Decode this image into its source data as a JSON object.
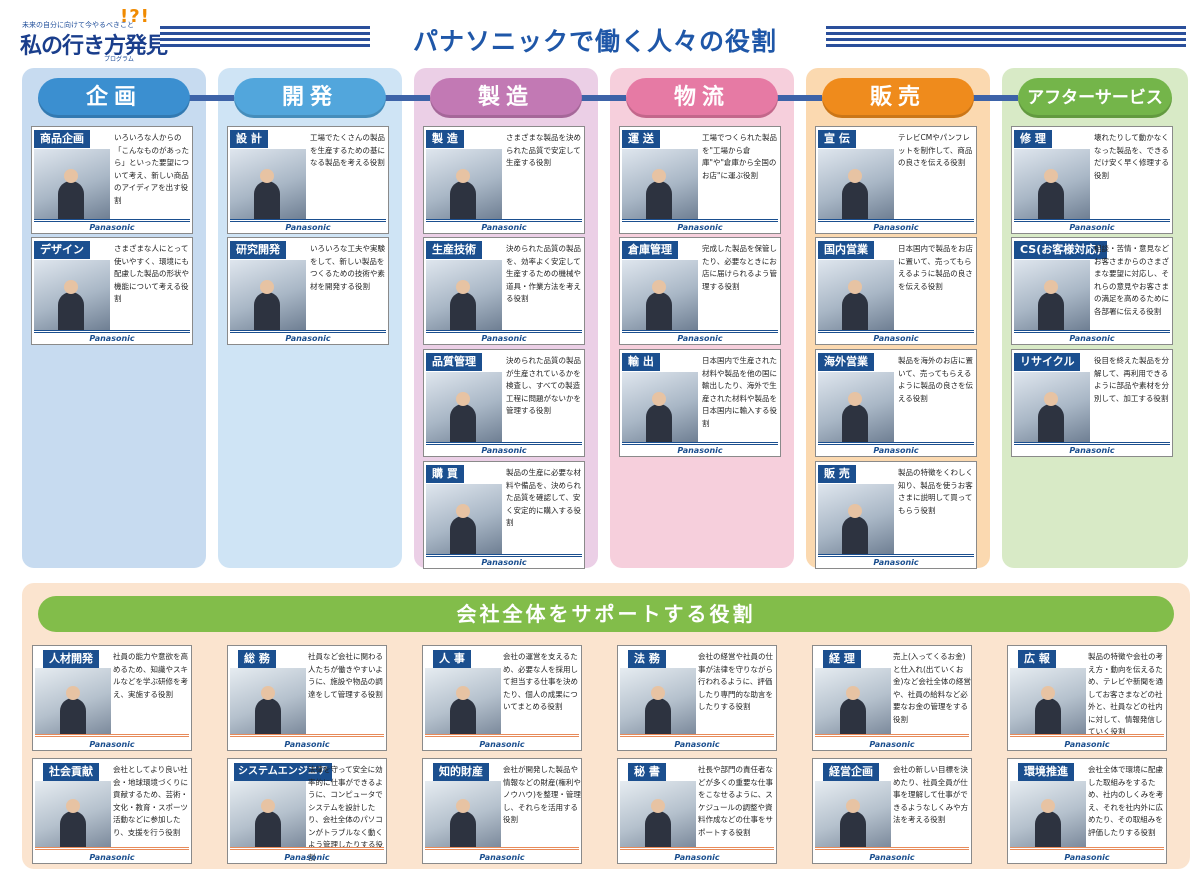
{
  "header": {
    "tagline": "未来の自分に向けて今やるべきこと",
    "logo_title": "私の行き方発見",
    "logo_sub": "プログラム",
    "logo_marks": "!?!",
    "page_title": "パナソニックで働く人々の役割"
  },
  "brand": "Panasonic",
  "colors": {
    "planning": "#3b8fd0",
    "development": "#52a6dc",
    "manufacturing": "#c279b4",
    "logistics": "#e67aa4",
    "sales": "#ef8b1c",
    "aftersales": "#74b54a",
    "label_bg": "#1b4f8f"
  },
  "columns": [
    {
      "title": "企画",
      "cards": [
        {
          "label": "商品企画",
          "desc": "いろいろな人からの「こんなものがあったら」といった要望について考え、新しい商品のアイディアを出す役割"
        },
        {
          "label": "デザイン",
          "desc": "さまざまな人にとって使いやすく、環境にも配慮した製品の形状や機能について考える役割"
        }
      ]
    },
    {
      "title": "開発",
      "cards": [
        {
          "label": "設 計",
          "desc": "工場でたくさんの製品を生産するための基になる製品を考える役割"
        },
        {
          "label": "研究開発",
          "desc": "いろいろな工夫や実験をして、新しい製品をつくるための技術や素材を開発する役割"
        }
      ]
    },
    {
      "title": "製造",
      "cards": [
        {
          "label": "製 造",
          "desc": "さまざまな製品を決められた品質で安定して生産する役割"
        },
        {
          "label": "生産技術",
          "desc": "決められた品質の製品を、効率よく安定して生産するための機械や道具・作業方法を考える役割"
        },
        {
          "label": "品質管理",
          "desc": "決められた品質の製品が生産されているかを検査し、すべての製造工程に問題がないかを管理する役割"
        },
        {
          "label": "購 買",
          "desc": "製品の生産に必要な材料や備品を、決められた品質を確認して、安く安定的に購入する役割"
        }
      ]
    },
    {
      "title": "物流",
      "cards": [
        {
          "label": "運 送",
          "desc": "工場でつくられた製品を\"工場から倉庫\"や\"倉庫から全国のお店\"に運ぶ役割"
        },
        {
          "label": "倉庫管理",
          "desc": "完成した製品を保管したり、必要なときにお店に届けられるよう管理する役割"
        },
        {
          "label": "輸 出",
          "desc": "日本国内で生産された材料や製品を他の国に輸出したり、海外で生産された材料や製品を日本国内に輸入する役割"
        }
      ]
    },
    {
      "title": "販売",
      "cards": [
        {
          "label": "宣 伝",
          "desc": "テレビCMやパンフレットを制作して、商品の良さを伝える役割"
        },
        {
          "label": "国内営業",
          "desc": "日本国内で製品をお店に置いて、売ってもらえるように製品の良さを伝える役割"
        },
        {
          "label": "海外営業",
          "desc": "製品を海外のお店に置いて、売ってもらえるように製品の良さを伝える役割"
        },
        {
          "label": "販 売",
          "desc": "製品の特徴をくわしく知り、製品を使うお客さまに説明して買ってもらう役割"
        }
      ]
    },
    {
      "title": "アフターサービス",
      "cards": [
        {
          "label": "修 理",
          "desc": "壊れたりして動かなくなった製品を、できるだけ安く早く修理する役割"
        },
        {
          "label": "CS(お客様対応)",
          "desc": "相談・苦情・意見などお客さまからのさまざまな要望に対応し、それらの意見やお客さまの満足を高めるために各部署に伝える役割"
        },
        {
          "label": "リサイクル",
          "desc": "役目を終えた製品を分解して、再利用できるように部品や素材を分別して、加工する役割"
        }
      ]
    }
  ],
  "support": {
    "title": "会社全体をサポートする役割",
    "cards": [
      {
        "label": "人材開発",
        "desc": "社員の能力や意欲を高めるため、知識やスキルなどを学ぶ研修を考え、実施する役割"
      },
      {
        "label": "総 務",
        "desc": "社員など会社に関わる人たちが働きやすいように、施設や物品の調達をして管理する役割"
      },
      {
        "label": "人 事",
        "desc": "会社の運営を支えるため、必要な人を採用して担当する仕事を決めたり、個人の成果についてまとめる役割"
      },
      {
        "label": "法 務",
        "desc": "会社の経営や社員の仕事が法律を守りながら行われるように、評価したり専門的な助言をしたりする役割"
      },
      {
        "label": "経 理",
        "desc": "売上(入ってくるお金)と仕入れ(出ていくお金)など会社全体の経営や、社員の給料など必要なお金の管理をする役割"
      },
      {
        "label": "広 報",
        "desc": "製品の特徴や会社の考え方・動向を伝えるため、テレビや新聞を通してお客さまなどの社外と、社員などの社内に対して、情報発信していく役割"
      },
      {
        "label": "社会貢献",
        "desc": "会社としてより良い社会・地球環境づくりに貢献するため、芸術・文化・教育・スポーツ活動などに参加したり、支援を行う役割"
      },
      {
        "label": "システムエンジニア",
        "desc": "法律を守って安全に効率的に仕事ができるように、コンピュータでシステムを設計したり、会社全体のパソコンがトラブルなく動くよう管理したりする役割"
      },
      {
        "label": "知的財産",
        "desc": "会社が開発した製品や情報などの財産(権利やノウハウ)を整理・管理し、それらを活用する役割"
      },
      {
        "label": "秘 書",
        "desc": "社長や部門の責任者などが多くの重要な仕事をこなせるように、スケジュールの調整や資料作成などの仕事をサポートする役割"
      },
      {
        "label": "経営企画",
        "desc": "会社の新しい目標を決めたり、社員全員が仕事を理解して仕事ができるようなしくみや方法を考える役割"
      },
      {
        "label": "環境推進",
        "desc": "会社全体で環境に配慮した取組みをするため、社内のしくみを考え、それを社内外に広めたり、その取組みを評価したりする役割"
      }
    ]
  }
}
